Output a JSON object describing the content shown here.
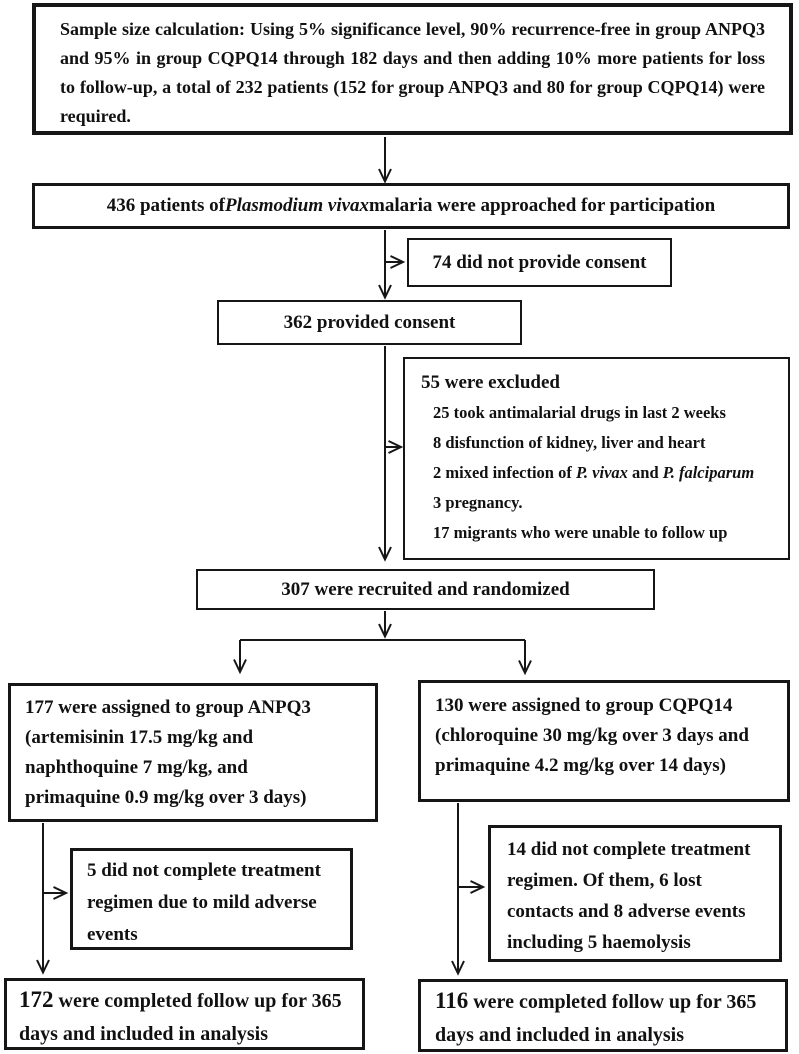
{
  "flow": {
    "sample_size_note": "Sample size calculation: Using 5% significance level, 90% recurrence-free in group ANPQ3 and 95% in group CQPQ14 through 182 days and then adding 10% more patients for loss to follow-up, a total of 232 patients (152 for group ANPQ3 and 80 for group CQPQ14) were required.",
    "approached": "436 patients of <i>Plasmodium vivax</i> malaria were approached for participation",
    "no_consent": "74 did not provide consent",
    "consented": "362 provided consent",
    "excluded": {
      "heading": "55 were excluded",
      "items": [
        "25 took antimalarial drugs in last 2 weeks",
        "8 disfunction of kidney, liver and heart",
        "2 mixed infection of <i>P. vivax</i> and <i>P. falciparum</i>",
        "3 pregnancy.",
        "17 migrants who were unable to follow up"
      ]
    },
    "randomized": "307 were recruited and randomized",
    "group_anpq3_lines": [
      "177 were assigned to group ANPQ3",
      "(artemisinin 17.5 mg/kg and",
      "naphthoquine 7 mg/kg, and",
      "primaquine 0.9 mg/kg over 3 days)"
    ],
    "group_cqpq14_lines": [
      "130 were assigned to group CQPQ14",
      "(chloroquine 30 mg/kg over 3 days and",
      "primaquine 4.2 mg/kg over 14 days)"
    ],
    "anpq3_dropout_lines": [
      "5 did not complete treatment",
      "regimen due to mild adverse",
      "events"
    ],
    "cqpq14_dropout_lines": [
      "14 did not complete treatment",
      "regimen. Of them, 6 lost",
      "contacts and 8 adverse events",
      "including 5 haemolysis"
    ],
    "anpq3_completed": {
      "count": "172",
      "line1_rest": " were completed follow up for 365",
      "line2": "days and included in analysis"
    },
    "cqpq14_completed": {
      "count": "116",
      "line1_rest": " were completed follow up for 365",
      "line2": "days and included in analysis"
    }
  },
  "colors": {
    "line": "#161616",
    "text": "#111111",
    "background": "#ffffff"
  }
}
